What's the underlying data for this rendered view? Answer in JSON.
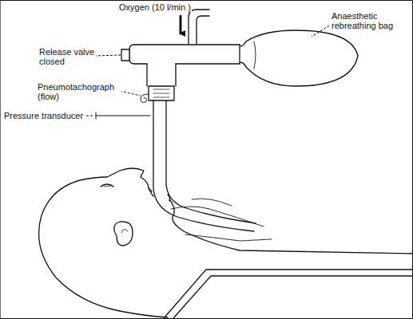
{
  "diagram": {
    "labels": [
      "Oxygen (10 l/min )",
      "Anaesthetic rebreathing bag",
      "Release valve closed",
      "Pneumotachograph (flow)",
      "Pressure transducer"
    ]
  }
}
